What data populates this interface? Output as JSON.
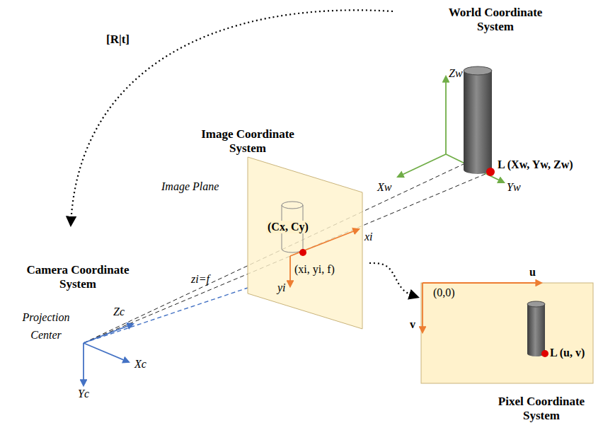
{
  "diagram": {
    "nodes": [
      {
        "text": [
          "Image Coordinate System",
          "(Cx, Cy)",
          "(xi, yi, f)"
        ]
      },
      {
        "text": [
          "Pixel Coordinate System",
          "(0,0)",
          "L (u, v)"
        ]
      }
    ],
    "edges": [
      {
        "from": 0,
        "to": 1,
        "arrow": "to"
      }
    ],
    "labels": [
      "World Coordinate System",
      "[R|t]",
      "Zw",
      "Xw",
      "Yw",
      "L (Xw, Yw, Zw)",
      "Image Plane",
      "xi",
      "yi",
      "zi=f",
      "Camera Coordinate System",
      "Projection Center",
      "Zc",
      "Xc",
      "Yc",
      "u",
      "v"
    ]
  }
}
